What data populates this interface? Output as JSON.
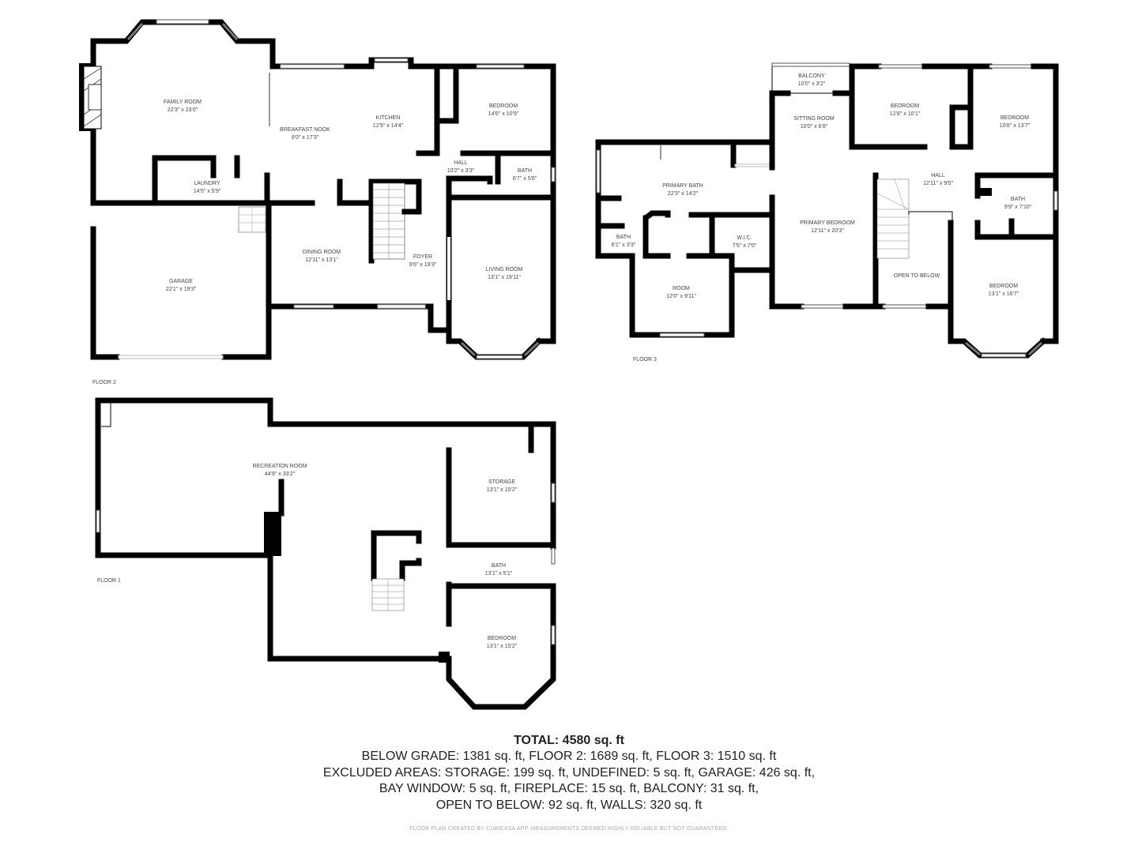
{
  "floors": [
    {
      "label": "FLOOR 2",
      "rooms": [
        {
          "name": "FAMILY ROOM",
          "dims": "22'3\" x 23'0\""
        },
        {
          "name": "BREAKFAST NOOK",
          "dims": "9'0\" x 17'3\""
        },
        {
          "name": "KITCHEN",
          "dims": "12'9\" x 14'4\""
        },
        {
          "name": "BEDROOM",
          "dims": "14'6\" x 10'9\""
        },
        {
          "name": "HALL",
          "dims": "10'2\" x 3'3\""
        },
        {
          "name": "BATH",
          "dims": "6'7\" x 5'6\""
        },
        {
          "name": "LAUNDRY",
          "dims": "14'5\" x 5'9\""
        },
        {
          "name": "GARAGE",
          "dims": "22'1\" x 19'3\""
        },
        {
          "name": "DINING ROOM",
          "dims": "12'11\" x 13'1\""
        },
        {
          "name": "FOYER",
          "dims": "9'6\" x 19'3\""
        },
        {
          "name": "LIVING ROOM",
          "dims": "13'1\" x 19'11\""
        }
      ]
    },
    {
      "label": "FLOOR 3",
      "rooms": [
        {
          "name": "BALCONY",
          "dims": "10'0\" x 3'2\""
        },
        {
          "name": "SITTING ROOM",
          "dims": "10'0\" x 6'8\""
        },
        {
          "name": "BEDROOM",
          "dims": "12'8\" x 10'1\""
        },
        {
          "name": "BEDROOM",
          "dims": "10'8\" x 13'7\""
        },
        {
          "name": "PRIMARY BATH",
          "dims": "22'3\" x 14'2\""
        },
        {
          "name": "HALL",
          "dims": "12'11\" x 9'5\""
        },
        {
          "name": "BATH",
          "dims": "9'9\" x 7'10\""
        },
        {
          "name": "PRIMARY BEDROOM",
          "dims": "12'11\" x 20'3\""
        },
        {
          "name": "BATH",
          "dims": "6'1\" x 3'3\""
        },
        {
          "name": "W.I.C.",
          "dims": "7'5\" x 7'0\""
        },
        {
          "name": "OPEN TO BELOW",
          "dims": ""
        },
        {
          "name": "ROOM",
          "dims": "12'0\" x 9'11\""
        },
        {
          "name": "BEDROOM",
          "dims": "13'1\" x 16'7\""
        }
      ]
    },
    {
      "label": "FLOOR 1",
      "rooms": [
        {
          "name": "RECREATION ROOM",
          "dims": "44'9\" x 33'2\""
        },
        {
          "name": "STORAGE",
          "dims": "13'1\" x 15'2\""
        },
        {
          "name": "BATH",
          "dims": "13'1\" x 5'1\""
        },
        {
          "name": "BEDROOM",
          "dims": "13'1\" x 15'2\""
        }
      ]
    }
  ],
  "summary": {
    "total": "TOTAL: 4580 sq. ft",
    "lines": [
      "BELOW GRADE: 1381 sq. ft, FLOOR 2: 1689 sq. ft, FLOOR 3: 1510 sq. ft",
      "EXCLUDED AREAS: STORAGE: 199 sq. ft, UNDEFINED: 5 sq. ft, GARAGE: 426 sq. ft,",
      "BAY WINDOW: 5 sq. ft, FIREPLACE: 15 sq. ft, BALCONY: 31 sq. ft,",
      "OPEN TO BELOW: 92 sq. ft, WALLS: 320 sq. ft"
    ]
  },
  "disclaimer": "FLOOR PLAN CREATED BY CUBICASA APP. MEASUREMENTS DEEMED HIGHLY RELIABLE BUT NOT GUARANTEED."
}
